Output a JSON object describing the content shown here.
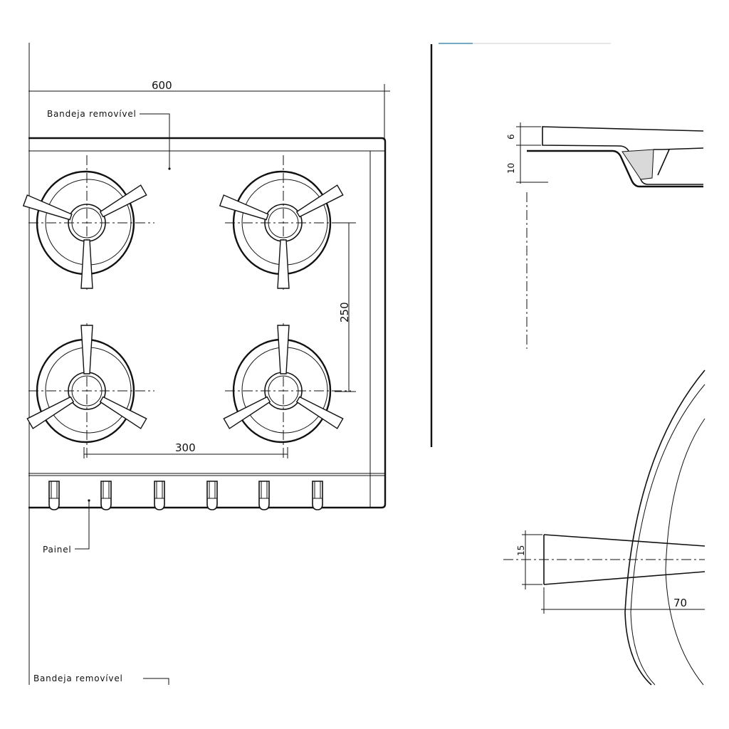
{
  "labels": {
    "removable_tray": "Bandeja removível",
    "panel": "Painel",
    "removable_tray_bottom": "Bandeja removível"
  },
  "dimensions": {
    "overall_width": "600",
    "burner_spacing_horizontal": "300",
    "burner_spacing_vertical": "250",
    "section_top": "6",
    "section_depth": "10",
    "arm_width": "15",
    "arm_length": "70"
  },
  "colors": {
    "line": "#111111",
    "background": "#ffffff",
    "accent_bar": "#4a8fb0"
  }
}
